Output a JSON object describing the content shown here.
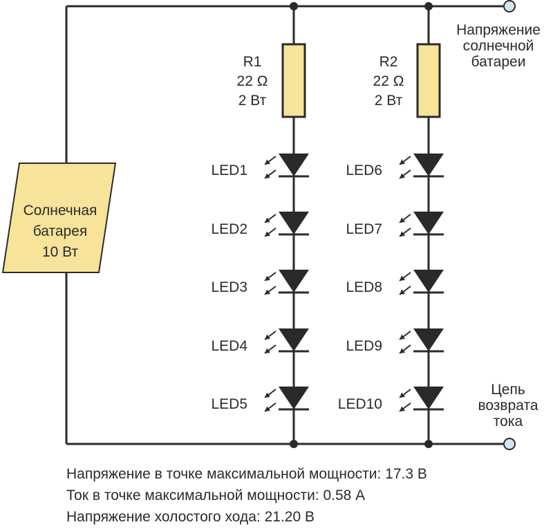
{
  "colors": {
    "wire": "#2a2a2a",
    "component_fill": "#f7e39a",
    "terminal_fill": "#cfe7f3",
    "text": "#2a2a2a"
  },
  "solar_panel": {
    "line1": "Солнечная",
    "line2": "батарея",
    "line3": "10 Вт"
  },
  "resistors": [
    {
      "name": "R1",
      "value": "22 Ω",
      "power": "2 Вт"
    },
    {
      "name": "R2",
      "value": "22 Ω",
      "power": "2 Вт"
    }
  ],
  "leds_left": [
    "LED1",
    "LED2",
    "LED3",
    "LED4",
    "LED5"
  ],
  "leds_right": [
    "LED6",
    "LED7",
    "LED8",
    "LED9",
    "LED10"
  ],
  "terminals": {
    "top_line1": "Напряжение",
    "top_line2": "солнечной",
    "top_line3": "батареи",
    "bottom_line1": "Цепь",
    "bottom_line2": "возврата",
    "bottom_line3": "тока"
  },
  "specs": [
    "Напряжение в точке максимальной мощности: 17.3 В",
    "Ток в точке максимальной мощности: 0.58 А",
    "Напряжение холостого хода: 21.20 В"
  ]
}
